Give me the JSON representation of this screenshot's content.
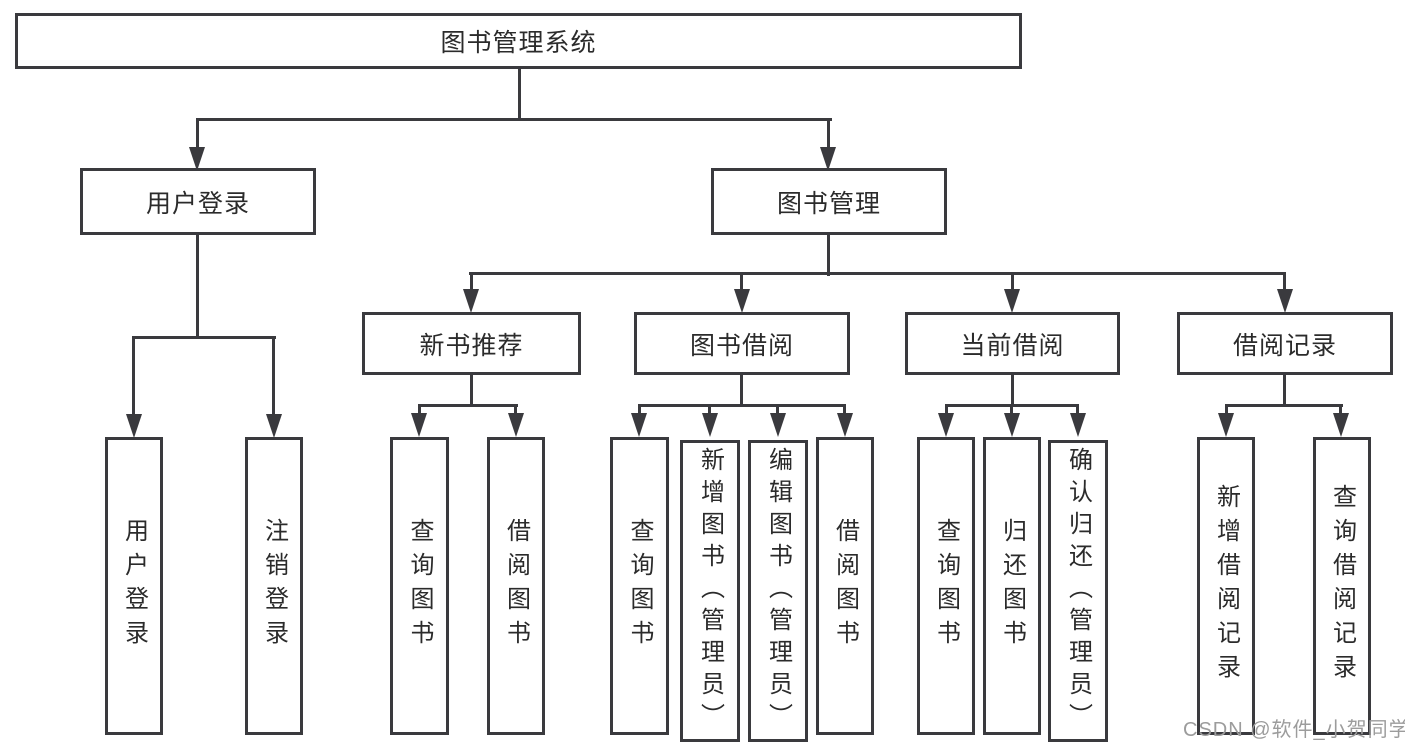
{
  "diagram_type": "hierarchy-tree",
  "tree": {
    "label": "图书管理系统",
    "children": [
      {
        "label": "用户登录",
        "children": [
          {
            "label": "用户登录"
          },
          {
            "label": "注销登录"
          }
        ]
      },
      {
        "label": "图书管理",
        "children": [
          {
            "label": "新书推荐",
            "children": [
              {
                "label": "查询图书"
              },
              {
                "label": "借阅图书"
              }
            ]
          },
          {
            "label": "图书借阅",
            "children": [
              {
                "label": "查询图书"
              },
              {
                "label": "新增图书（管理员）"
              },
              {
                "label": "编辑图书（管理员）"
              },
              {
                "label": "借阅图书"
              }
            ]
          },
          {
            "label": "当前借阅",
            "children": [
              {
                "label": "查询图书"
              },
              {
                "label": "归还图书"
              },
              {
                "label": "确认归还（管理员）"
              }
            ]
          },
          {
            "label": "借阅记录",
            "children": [
              {
                "label": "新增借阅记录"
              },
              {
                "label": "查询借阅记录"
              }
            ]
          }
        ]
      }
    ]
  },
  "watermark": {
    "text": "CSDN @软件_小贺同学"
  },
  "colors": {
    "line": "#3a3a3e",
    "text": "#2b2b2b",
    "background": "#ffffff",
    "watermark": "#9c9c9c"
  }
}
